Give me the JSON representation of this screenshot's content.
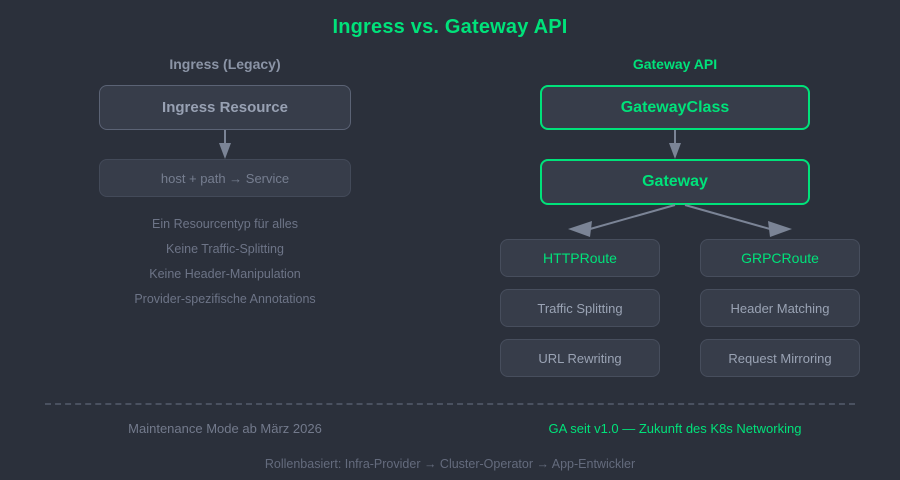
{
  "title": "Ingress vs. Gateway API",
  "colors": {
    "background": "#2b303b",
    "box_fill": "#373d4a",
    "accent_green": "#00e27a",
    "muted_text": "#8b94a6",
    "dim_text": "#6d7487",
    "arrow": "#7b8496",
    "divider": "#4a5160"
  },
  "left_column": {
    "header": "Ingress (Legacy)",
    "main_box": "Ingress Resource",
    "sub_box": "host + path → Service",
    "limitations": [
      "Ein Resourcentyp für alles",
      "Keine Traffic-Splitting",
      "Keine Header-Manipulation",
      "Provider-spezifische Annotations"
    ],
    "footer": "Maintenance Mode ab März 2026"
  },
  "right_column": {
    "header": "Gateway API",
    "gatewayclass_box": "GatewayClass",
    "gateway_box": "Gateway",
    "routes": [
      {
        "name": "HTTPRoute",
        "features": [
          "Traffic Splitting",
          "URL Rewriting"
        ]
      },
      {
        "name": "GRPCRoute",
        "features": [
          "Header Matching",
          "Request Mirroring"
        ]
      }
    ],
    "footer": "GA seit v1.0 — Zukunft des K8s Networking"
  },
  "footer_note": "Rollenbasiert: Infra-Provider → Cluster-Operator → App-Entwickler"
}
